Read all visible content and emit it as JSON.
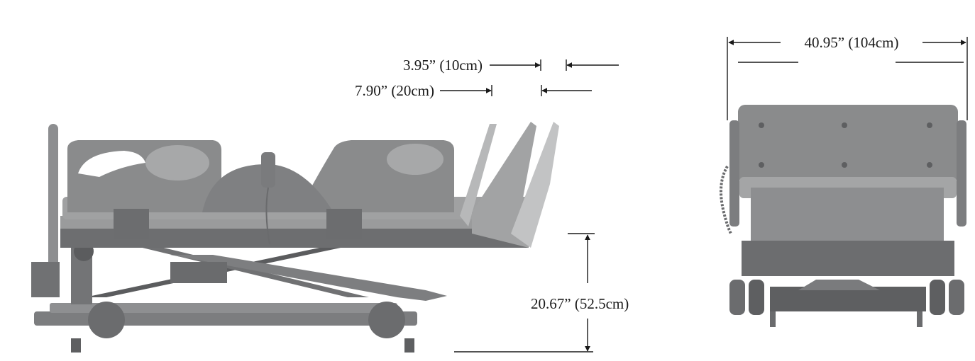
{
  "dimensions": {
    "extension_10cm": "3.95” (10cm)",
    "extension_20cm": "7.90” (20cm)",
    "deck_height": "20.67” (52.5cm)",
    "overall_width": "40.95” (104cm)"
  },
  "colors": {
    "bed_fill": "#8a8b8c",
    "bed_dark": "#5b5c5e",
    "bed_light": "#a7a8a9",
    "dimension_line": "#1a1a1a"
  }
}
